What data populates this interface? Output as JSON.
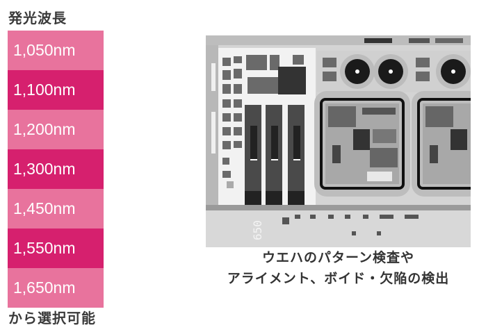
{
  "section": {
    "heading": "発光波長",
    "footer_note": "から選択可能"
  },
  "wavelengths": [
    {
      "label": "1,050nm",
      "shade": "light"
    },
    {
      "label": "1,100nm",
      "shade": "dark"
    },
    {
      "label": "1,200nm",
      "shade": "light"
    },
    {
      "label": "1,300nm",
      "shade": "dark"
    },
    {
      "label": "1,450nm",
      "shade": "light"
    },
    {
      "label": "1,550nm",
      "shade": "dark"
    },
    {
      "label": "1,650nm",
      "shade": "light"
    }
  ],
  "colors": {
    "light_pink": "#e8739d",
    "dark_pink": "#d6206e"
  },
  "image": {
    "description": "grayscale infrared micrograph of a semiconductor wafer pattern",
    "visible_marking": "650"
  },
  "caption": {
    "line1": "ウエハのパターン検査や",
    "line2": "アライメント、ボイド・欠陥の検出"
  }
}
